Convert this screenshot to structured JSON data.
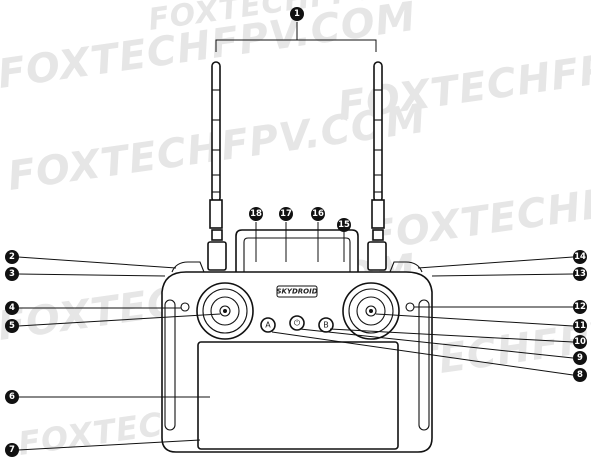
{
  "watermark": {
    "text": "FOXTECHFPV.COM"
  },
  "device": {
    "brand_label": "SKYDROID",
    "button_a": "A",
    "button_b": "B",
    "power_symbol": "⏻"
  },
  "callouts": [
    {
      "id": "c1",
      "label": "1"
    },
    {
      "id": "c2",
      "label": "2"
    },
    {
      "id": "c3",
      "label": "3"
    },
    {
      "id": "c4",
      "label": "4"
    },
    {
      "id": "c5",
      "label": "5"
    },
    {
      "id": "c6",
      "label": "6"
    },
    {
      "id": "c7",
      "label": "7"
    },
    {
      "id": "c8",
      "label": "8"
    },
    {
      "id": "c9",
      "label": "9"
    },
    {
      "id": "c10",
      "label": "10"
    },
    {
      "id": "c11",
      "label": "11"
    },
    {
      "id": "c12",
      "label": "12"
    },
    {
      "id": "c13",
      "label": "13"
    },
    {
      "id": "c14",
      "label": "14"
    },
    {
      "id": "c15",
      "label": "15"
    },
    {
      "id": "c16",
      "label": "16"
    },
    {
      "id": "c17",
      "label": "17"
    },
    {
      "id": "c18",
      "label": "18"
    }
  ]
}
